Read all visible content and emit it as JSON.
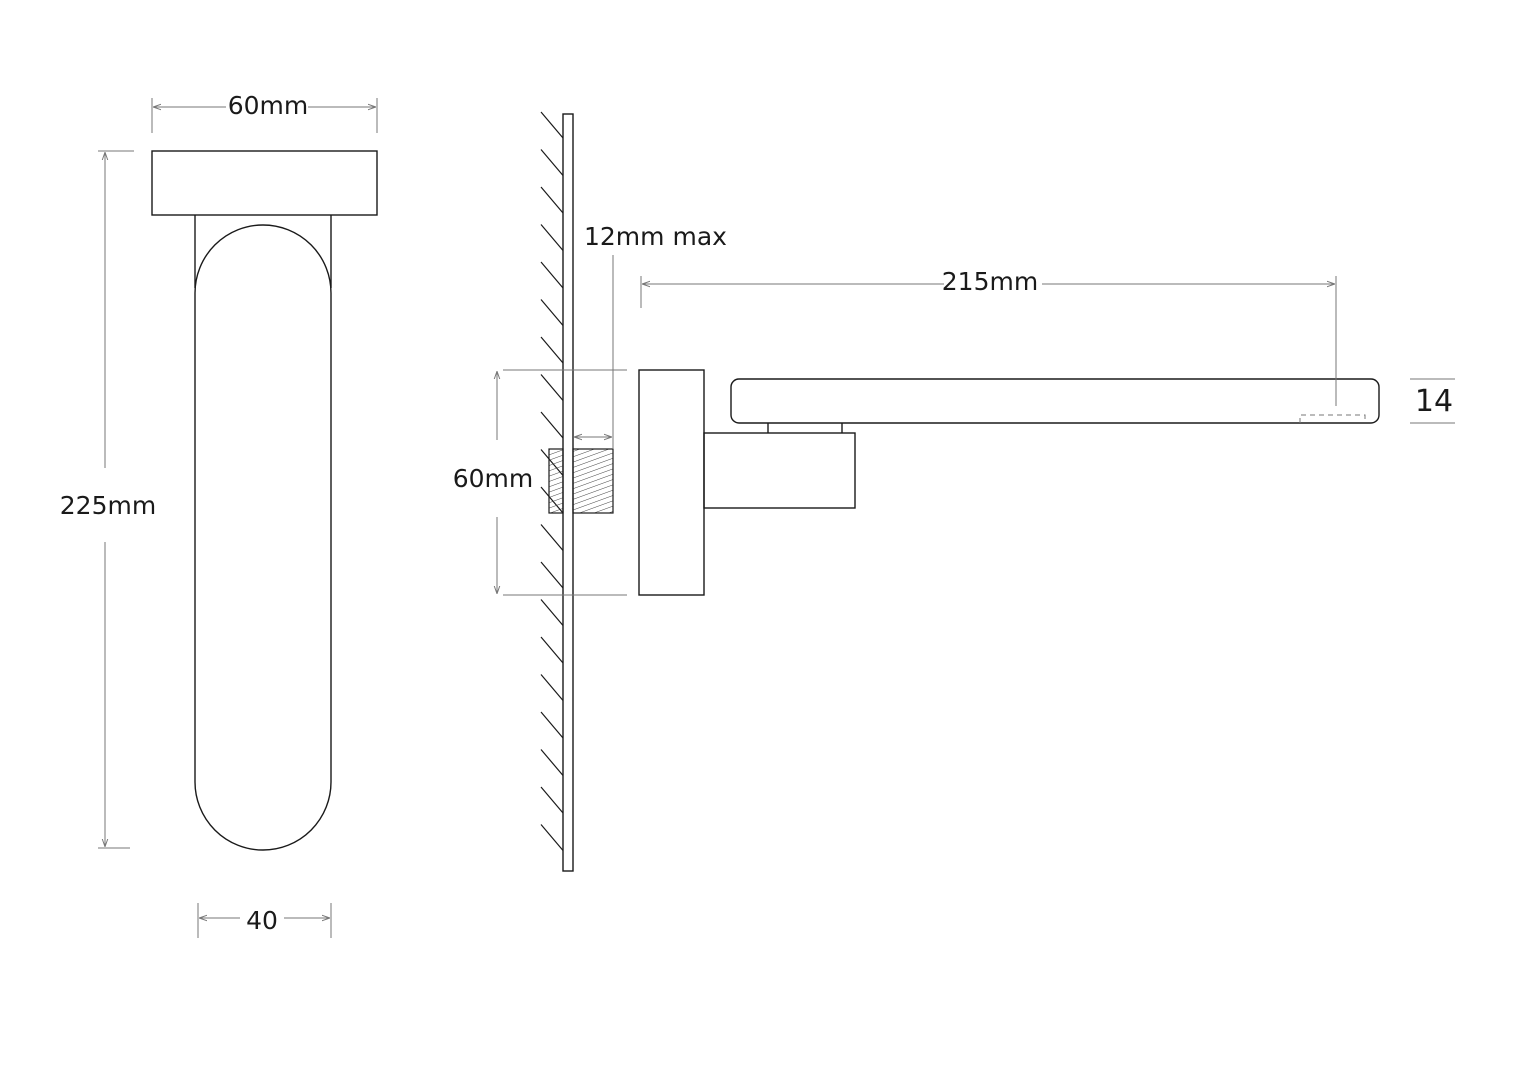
{
  "labels": {
    "front_width_top": "60mm",
    "front_height": "225mm",
    "front_width_bottom": "40",
    "gap_max": "12mm  max",
    "arm_length": "215mm",
    "plate_height": "60mm",
    "arm_thickness": "14"
  },
  "colors": {
    "line": "#1a1a1a",
    "dimension": "#777777",
    "background": "#ffffff"
  }
}
